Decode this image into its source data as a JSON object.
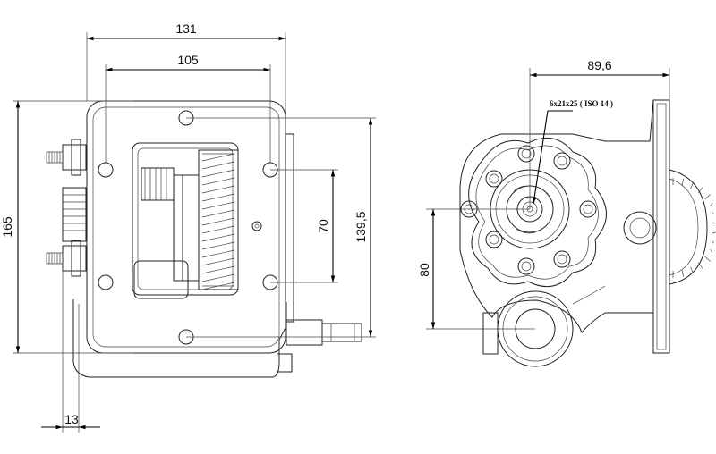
{
  "drawing": {
    "dimensions": {
      "width_131": "131",
      "width_105": "105",
      "height_165": "165",
      "height_139_5": "139,5",
      "height_70": "70",
      "offset_13": "13",
      "width_89_6": "89,6",
      "height_80": "80"
    },
    "shaft_note": "6x21x25 ( ISO 14 )"
  },
  "colors": {
    "line": "#222222",
    "dimension": "#000000",
    "background": "#ffffff"
  }
}
